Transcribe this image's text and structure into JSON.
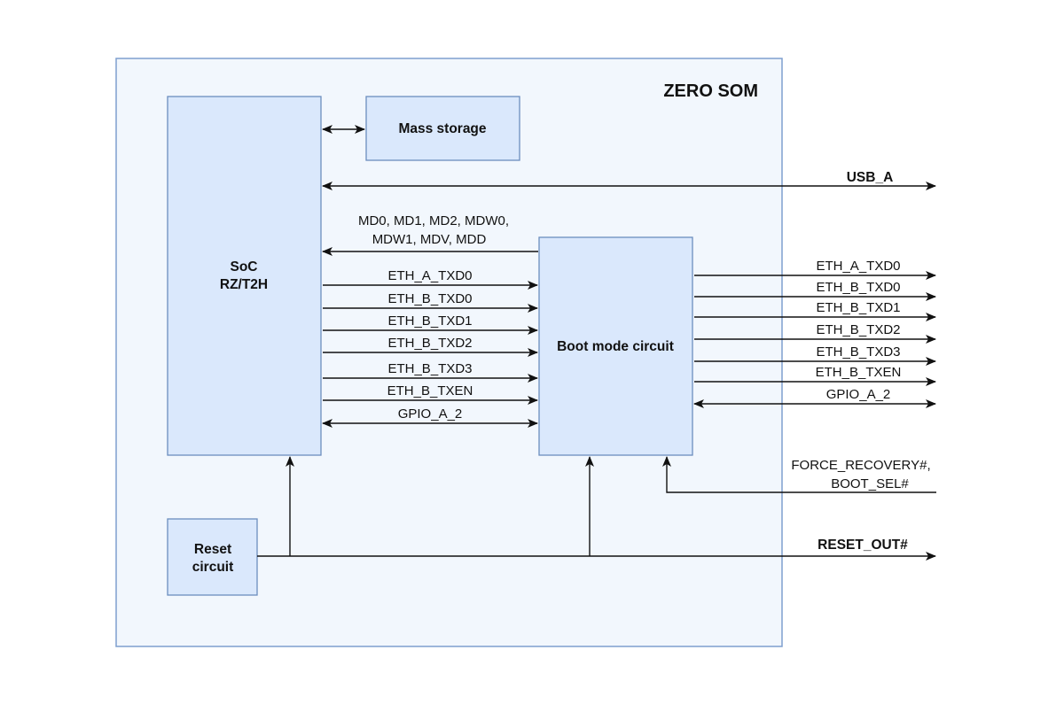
{
  "diagram": {
    "title": "ZERO SOM",
    "colors": {
      "som_fill": "#f2f7fd",
      "som_stroke": "#7f9fcf",
      "block_fill": "#dae8fc",
      "block_stroke": "#6c8ebf",
      "line": "#111111"
    },
    "blocks": {
      "soc": {
        "line1": "SoC",
        "line2": "RZ/T2H"
      },
      "mass_storage": {
        "label": "Mass storage"
      },
      "boot_mode": {
        "label": "Boot mode circuit"
      },
      "reset": {
        "line1": "Reset",
        "line2": "circuit"
      }
    },
    "external_signals": {
      "usb": "USB_A",
      "reset_out": "RESET_OUT#",
      "boot_inputs_line1": "FORCE_RECOVERY#,",
      "boot_inputs_line2": "BOOT_SEL#"
    },
    "mode_pins": {
      "line1": "MD0, MD1, MD2, MDW0,",
      "line2": "MDW1, MDV, MDD"
    },
    "soc_to_boot_signals": [
      {
        "name": "ETH_A_TXD0",
        "direction": "out"
      },
      {
        "name": "ETH_B_TXD0",
        "direction": "out"
      },
      {
        "name": "ETH_B_TXD1",
        "direction": "out"
      },
      {
        "name": "ETH_B_TXD2",
        "direction": "out"
      },
      {
        "name": "ETH_B_TXD3",
        "direction": "out"
      },
      {
        "name": "ETH_B_TXEN",
        "direction": "out"
      },
      {
        "name": "GPIO_A_2",
        "direction": "bidirectional"
      }
    ],
    "boot_to_external_signals": [
      {
        "name": "ETH_A_TXD0",
        "direction": "out"
      },
      {
        "name": "ETH_B_TXD0",
        "direction": "out"
      },
      {
        "name": "ETH_B_TXD1",
        "direction": "out"
      },
      {
        "name": "ETH_B_TXD2",
        "direction": "out"
      },
      {
        "name": "ETH_B_TXD3",
        "direction": "out"
      },
      {
        "name": "ETH_B_TXEN",
        "direction": "out"
      },
      {
        "name": "GPIO_A_2",
        "direction": "bidirectional"
      }
    ]
  }
}
